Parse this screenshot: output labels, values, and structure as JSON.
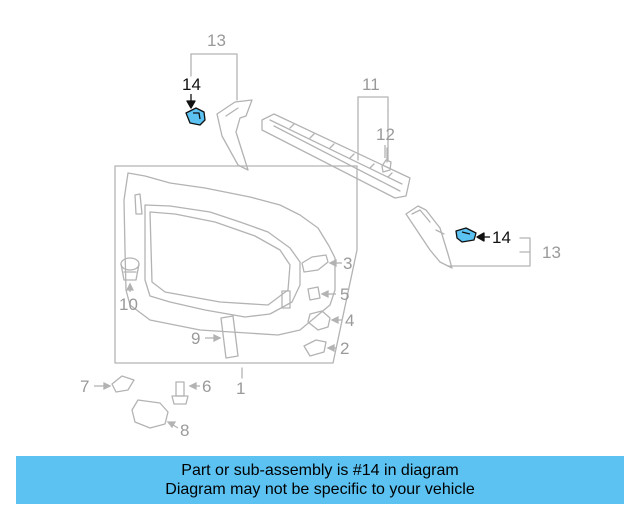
{
  "callouts": {
    "c1": "1",
    "c2": "2",
    "c3": "3",
    "c4": "4",
    "c5": "5",
    "c6": "6",
    "c7": "7",
    "c8": "8",
    "c9": "9",
    "c10": "10",
    "c11": "11",
    "c12": "12",
    "c13a": "13",
    "c13b": "13",
    "c14a": "14",
    "c14b": "14"
  },
  "highlighted_part": "14",
  "colors": {
    "banner": "#5bc2f2",
    "highlight": "#5bc2f2",
    "line": "#b3b3b3",
    "text": "#9a9a9a"
  },
  "banner": {
    "line1": "Part or sub-assembly is #14 in diagram",
    "line2": "Diagram may not be specific to your vehicle"
  }
}
